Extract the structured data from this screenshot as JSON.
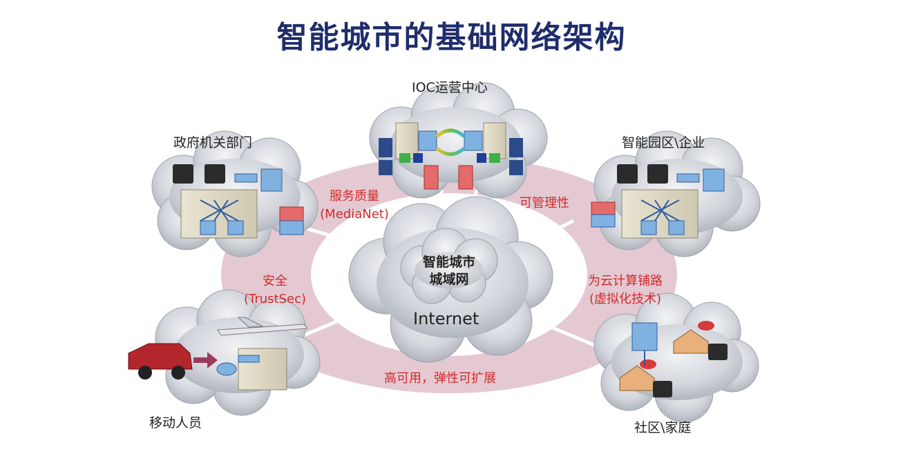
{
  "title": "智能城市的基础网络架构",
  "nodes": {
    "ioc": "IOC运营中心",
    "gov": "政府机关部门",
    "park": "智能园区\\企业",
    "mobile": "移动人员",
    "community": "社区\\家庭"
  },
  "center": {
    "line1": "智能城市",
    "line2": "城域网",
    "internet": "Internet"
  },
  "features": {
    "qos_line1": "服务质量",
    "qos_line2": "(MediaNet)",
    "manage": "可管理性",
    "security_line1": "安全",
    "security_line2": "(TrustSec)",
    "cloud_line1": "为云计算铺路",
    "cloud_line2": "(虚拟化技术)",
    "ha": "高可用，弹性可扩展"
  },
  "colors": {
    "ring": "#e4c9d2",
    "title": "#1f2d6b",
    "feature_text": "#d22a2a",
    "cloud": "#c9ccd3"
  }
}
